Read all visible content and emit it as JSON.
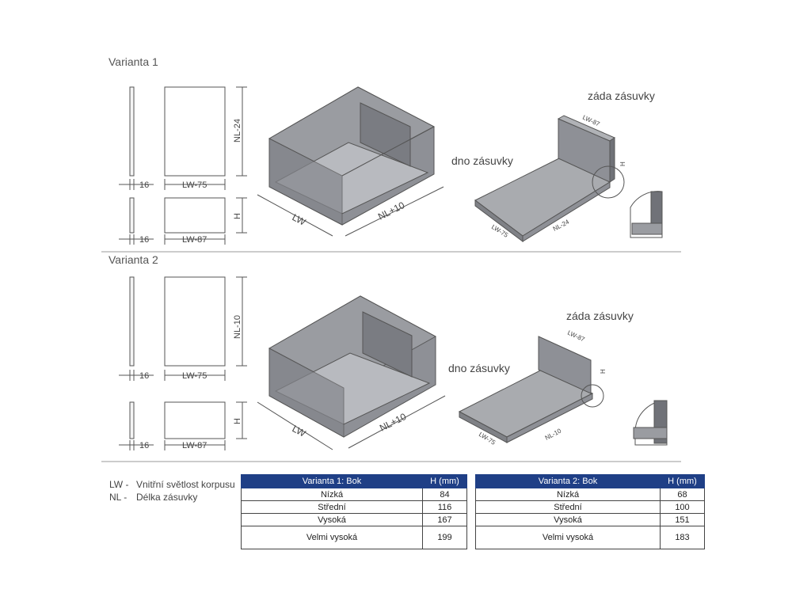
{
  "variants": [
    {
      "title": "Varianta 1",
      "side_labels": {
        "width": "16",
        "height_dim": "NL-24",
        "bottom_w": "LW-75",
        "low_h": "H",
        "low_w": "LW-87"
      },
      "box_labels": {
        "width": "LW",
        "depth": "NL+10"
      },
      "plate_labels": {
        "bottom": "dno zásuvky",
        "back": "záda zásuvky",
        "back_w": "LW-87",
        "back_h": "H",
        "base_w": "LW-75",
        "base_d": "NL-24"
      }
    },
    {
      "title": "Varianta 2",
      "side_labels": {
        "width": "16",
        "height_dim": "NL-10",
        "bottom_w": "LW-75",
        "low_h": "H",
        "low_w": "LW-87"
      },
      "box_labels": {
        "width": "LW",
        "depth": "NL+10"
      },
      "plate_labels": {
        "bottom": "dno zásuvky",
        "back": "záda zásuvky",
        "back_w": "LW-87",
        "back_h": "H",
        "base_w": "LW-75",
        "base_d": "NL-10"
      }
    }
  ],
  "legend": [
    {
      "key": "LW -",
      "desc": "Vnitřní světlost korpusu"
    },
    {
      "key": "NL -",
      "desc": "Délka zásuvky"
    }
  ],
  "tables": [
    {
      "header": [
        "Varianta 1: Bok",
        "H (mm)"
      ],
      "rows": [
        [
          "Nízká",
          "84"
        ],
        [
          "Střední",
          "116"
        ],
        [
          "Vysoká",
          "167"
        ],
        [
          "Velmi vysoká",
          "199"
        ]
      ]
    },
    {
      "header": [
        "Varianta 2: Bok",
        "H (mm)"
      ],
      "rows": [
        [
          "Nízká",
          "68"
        ],
        [
          "Střední",
          "100"
        ],
        [
          "Vysoká",
          "151"
        ],
        [
          "Velmi vysoká",
          "183"
        ]
      ]
    }
  ],
  "colors": {
    "accent": "#1f3f86",
    "box_fill": "#8e9096",
    "box_light": "#b8babf",
    "plate": "#a9abaf"
  }
}
